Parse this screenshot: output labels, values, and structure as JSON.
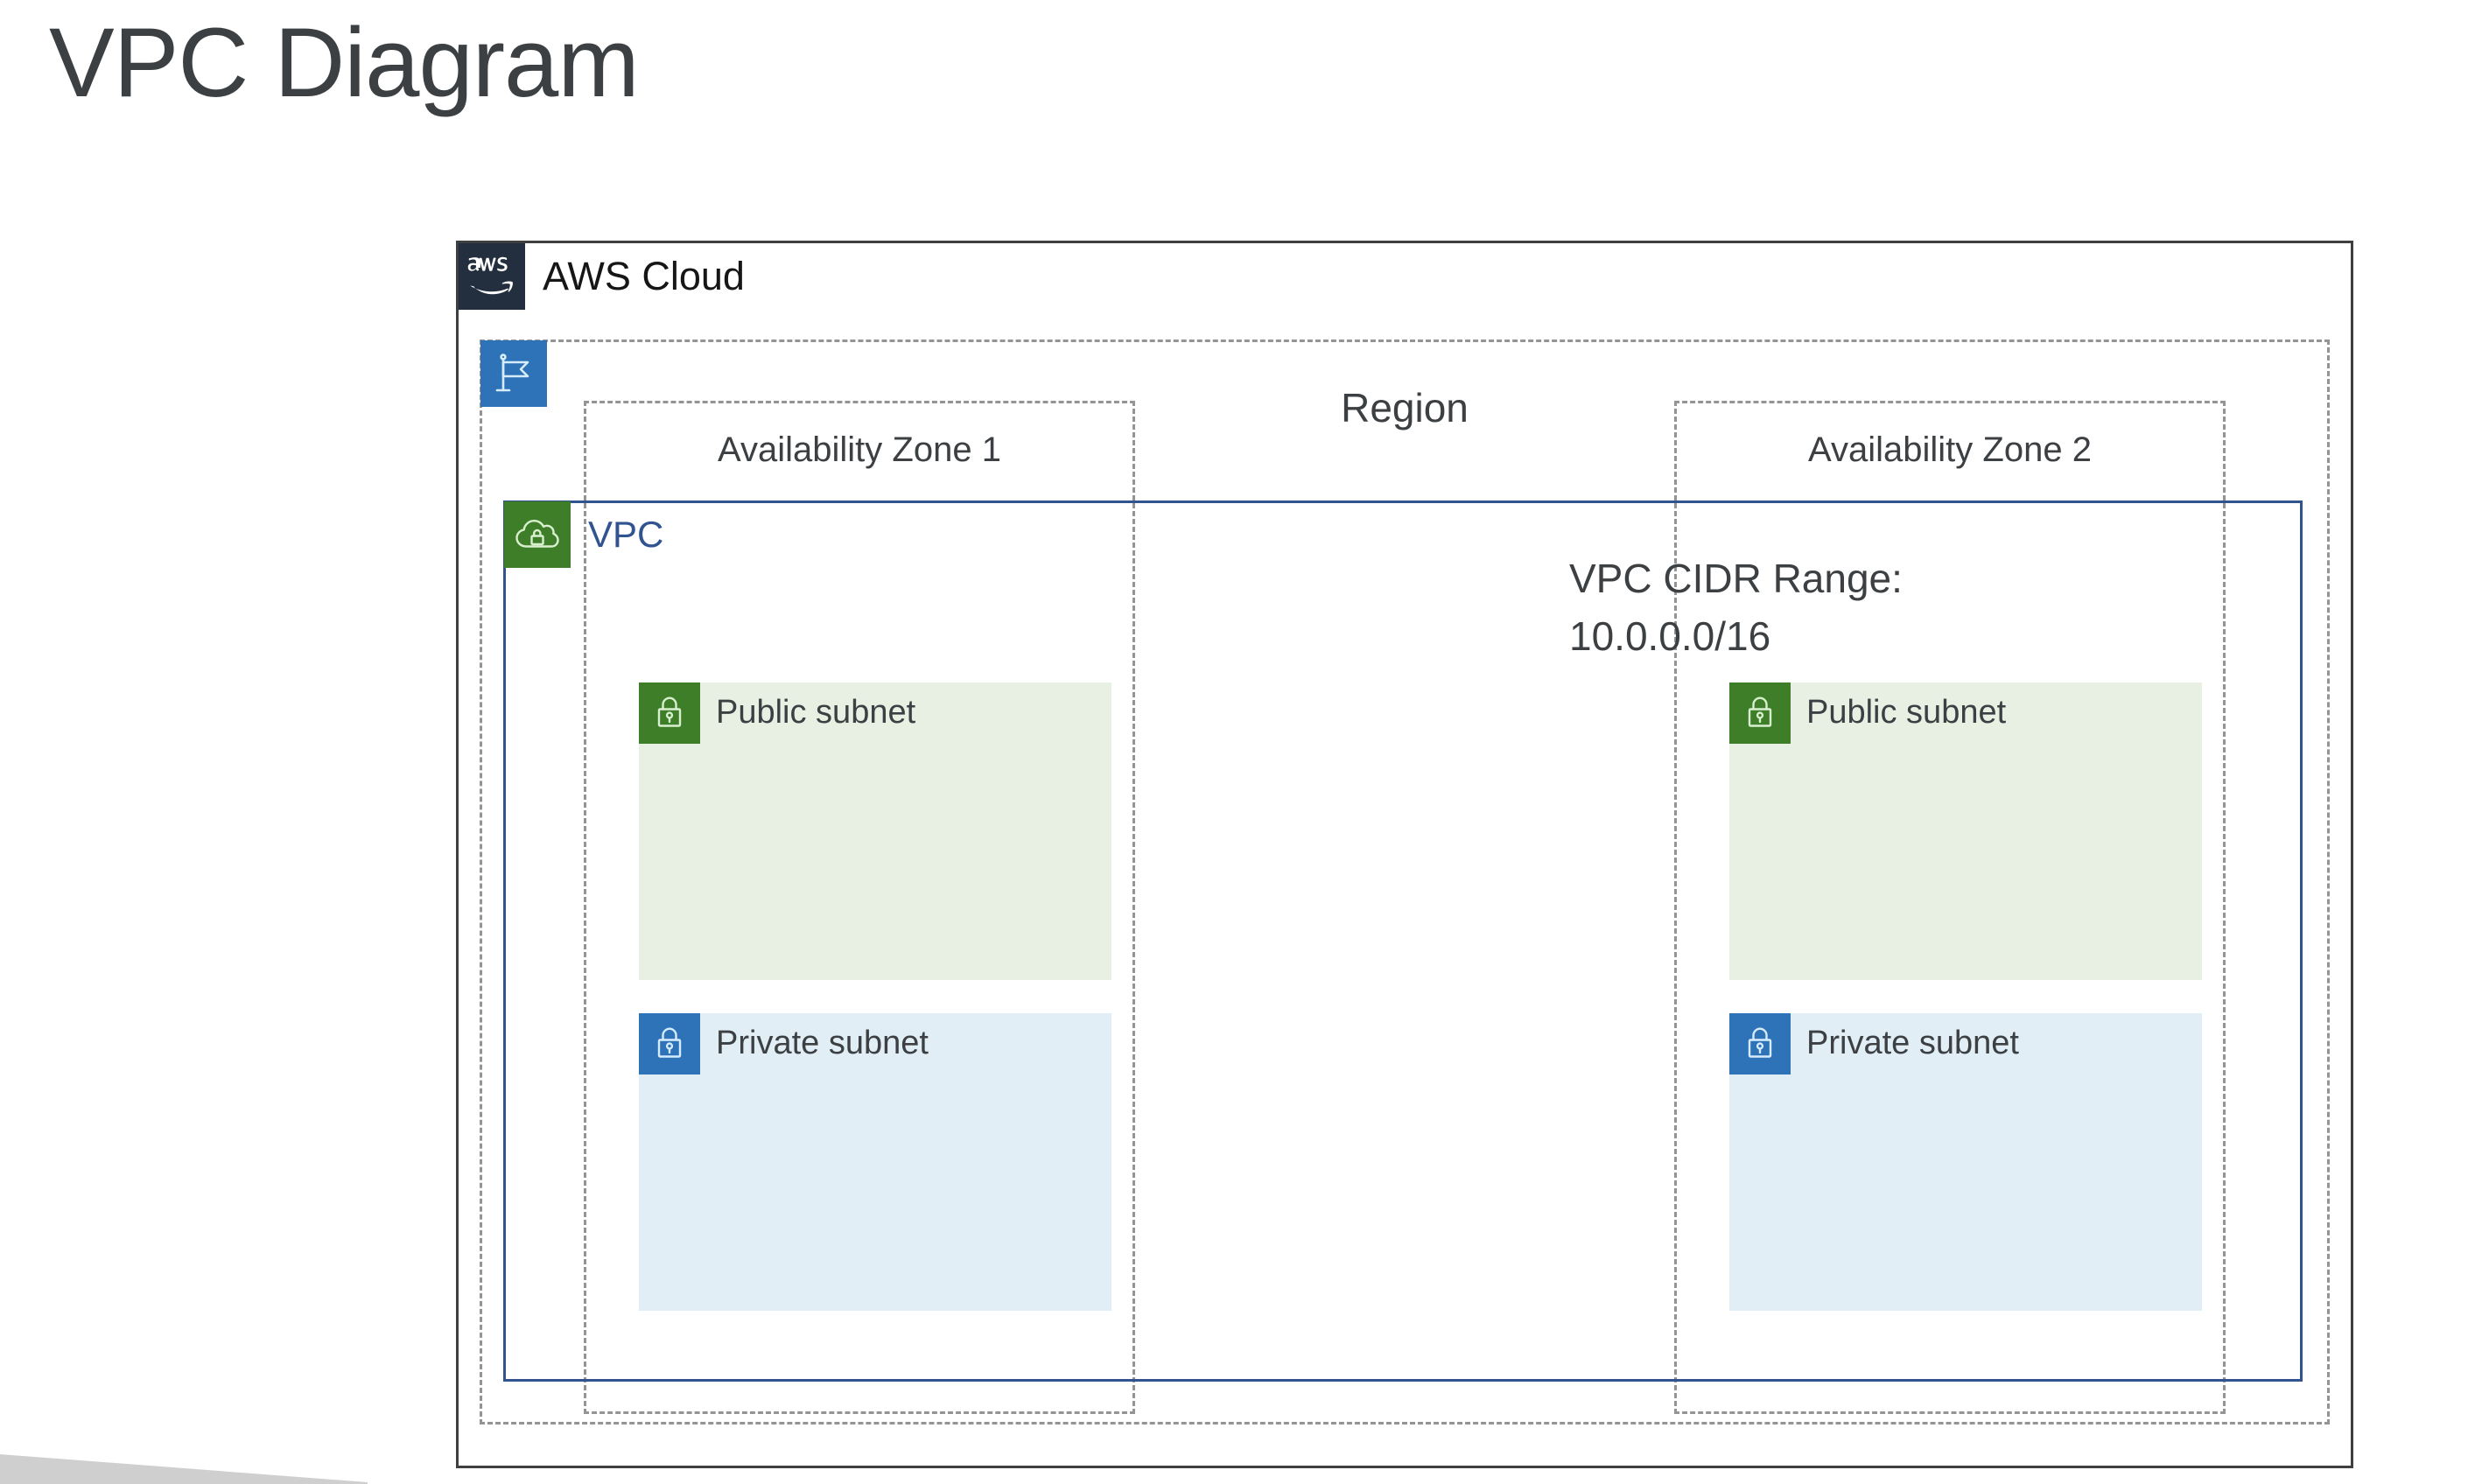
{
  "slide": {
    "title": "VPC Diagram"
  },
  "diagram": {
    "cloud": {
      "label": "AWS Cloud",
      "logo_icon": "aws-logo-icon",
      "border_color": "#3f3f3f",
      "logo_background": "#232f3e"
    },
    "region": {
      "label": "Region",
      "icon": "region-flag-icon",
      "icon_background": "#2e73b8",
      "border_color": "#949494"
    },
    "vpc": {
      "label": "VPC",
      "icon": "vpc-cloud-lock-icon",
      "icon_background": "#3f7e28",
      "label_color": "#31538f",
      "border_color": "#31538f",
      "cidr_note": {
        "line1": "VPC CIDR Range:",
        "line2": "10.0.0.0/16"
      }
    },
    "availability_zones": [
      {
        "label": "Availability Zone 1",
        "subnets": [
          {
            "label": "Public subnet",
            "kind": "public",
            "icon": "lock-icon",
            "icon_background": "#3f7e28",
            "fill": "#e8f0e4"
          },
          {
            "label": "Private subnet",
            "kind": "private",
            "icon": "lock-icon",
            "icon_background": "#2e73b8",
            "fill": "#e2eef6"
          }
        ]
      },
      {
        "label": "Availability Zone 2",
        "subnets": [
          {
            "label": "Public subnet",
            "kind": "public",
            "icon": "lock-icon",
            "icon_background": "#3f7e28",
            "fill": "#e8f0e4"
          },
          {
            "label": "Private subnet",
            "kind": "private",
            "icon": "lock-icon",
            "icon_background": "#2e73b8",
            "fill": "#e2eef6"
          }
        ]
      }
    ]
  }
}
